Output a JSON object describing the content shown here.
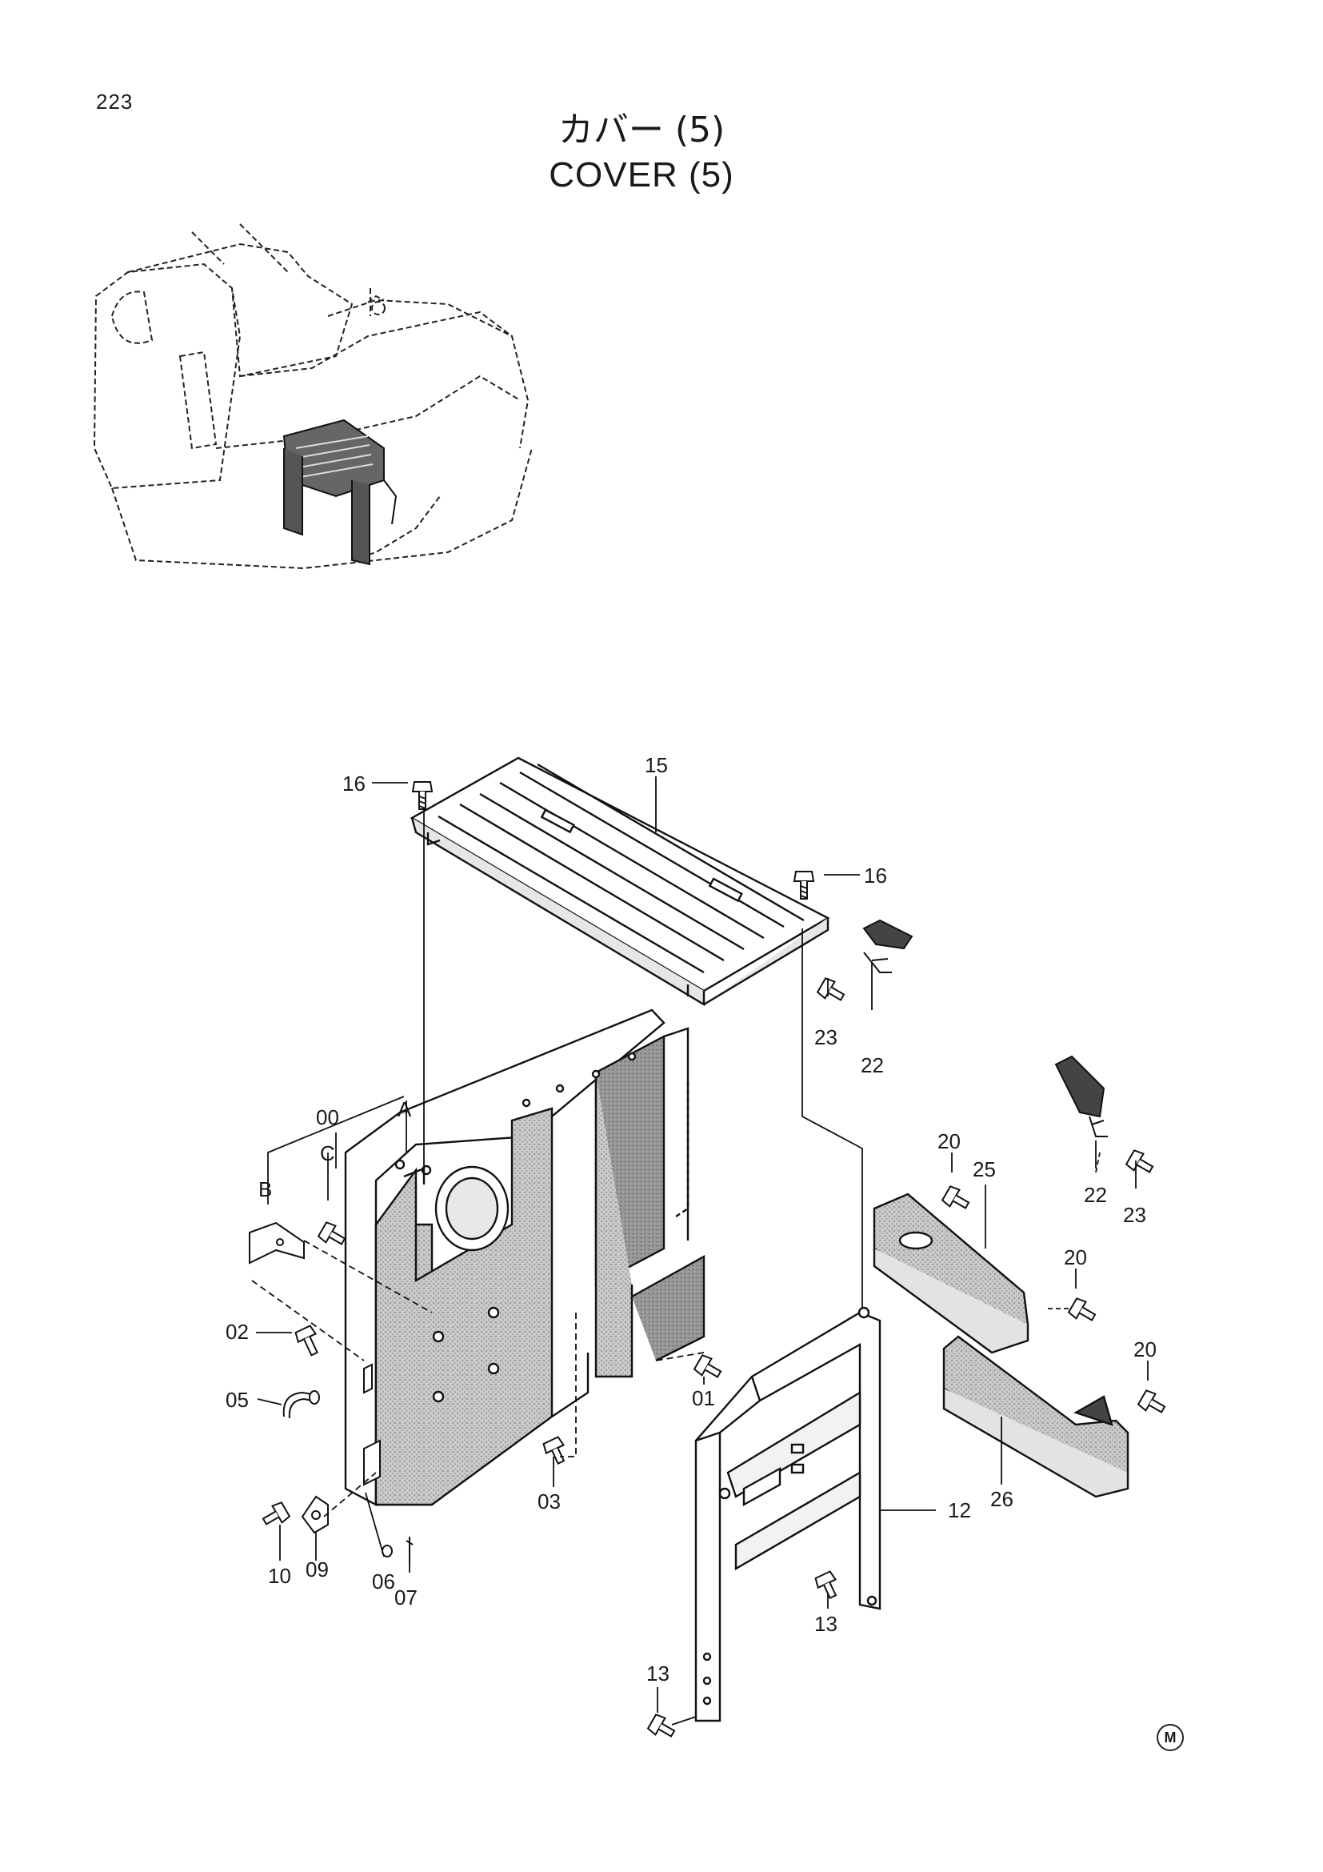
{
  "page_number": "223",
  "title_jp": "カバー (5)",
  "title_en": "COVER (5)",
  "mark": "M",
  "callouts": {
    "c00": "00",
    "cA": "A",
    "cB": "B",
    "cC": "C",
    "c01": "01",
    "c02": "02",
    "c03": "03",
    "c05": "05",
    "c06": "06",
    "c07": "07",
    "c09": "09",
    "c10": "10",
    "c12": "12",
    "c13a": "13",
    "c13b": "13",
    "c15": "15",
    "c16a": "16",
    "c16b": "16",
    "c20a": "20",
    "c20b": "20",
    "c20c": "20",
    "c22a": "22",
    "c22b": "22",
    "c23a": "23",
    "c23b": "23",
    "c25": "25",
    "c26": "26"
  }
}
